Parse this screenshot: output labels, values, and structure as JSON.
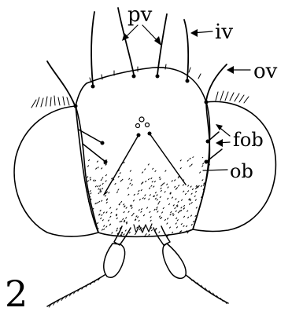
{
  "labels": {
    "pv": "pv",
    "iv": "iv",
    "ov": "ov",
    "fob": "fob",
    "ob": "ob"
  },
  "figure_number": "2",
  "colors": {
    "ink": "#000000",
    "background": "#ffffff"
  }
}
